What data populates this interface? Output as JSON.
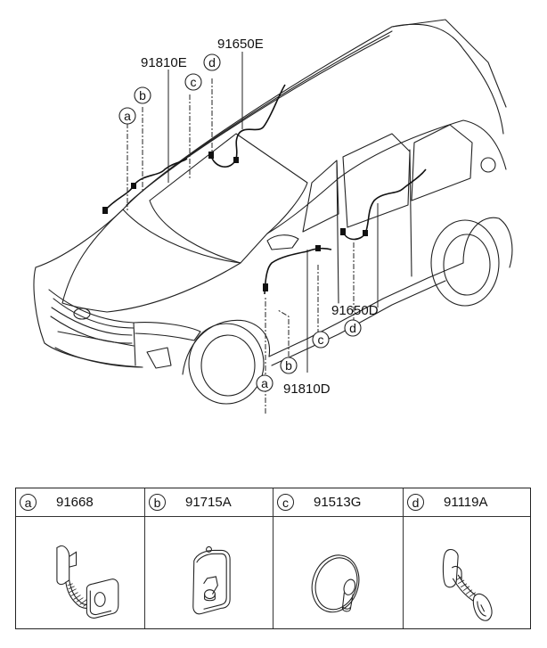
{
  "diagram": {
    "title": "Door wiring harness and grommets",
    "callouts": {
      "upper_harness_front": "91810E",
      "upper_harness_rear": "91650E",
      "lower_harness_front": "91810D",
      "lower_harness_rear": "91650D"
    },
    "letters": {
      "a": "a",
      "b": "b",
      "c": "c",
      "d": "d"
    }
  },
  "parts_table": {
    "columns": [
      {
        "letter": "a",
        "part_number": "91668",
        "icon": "bellows-grommet-icon"
      },
      {
        "letter": "b",
        "part_number": "91715A",
        "icon": "rectangular-grommet-icon"
      },
      {
        "letter": "c",
        "part_number": "91513G",
        "icon": "round-grommet-icon"
      },
      {
        "letter": "d",
        "part_number": "91119A",
        "icon": "oval-bellows-grommet-icon"
      }
    ]
  }
}
